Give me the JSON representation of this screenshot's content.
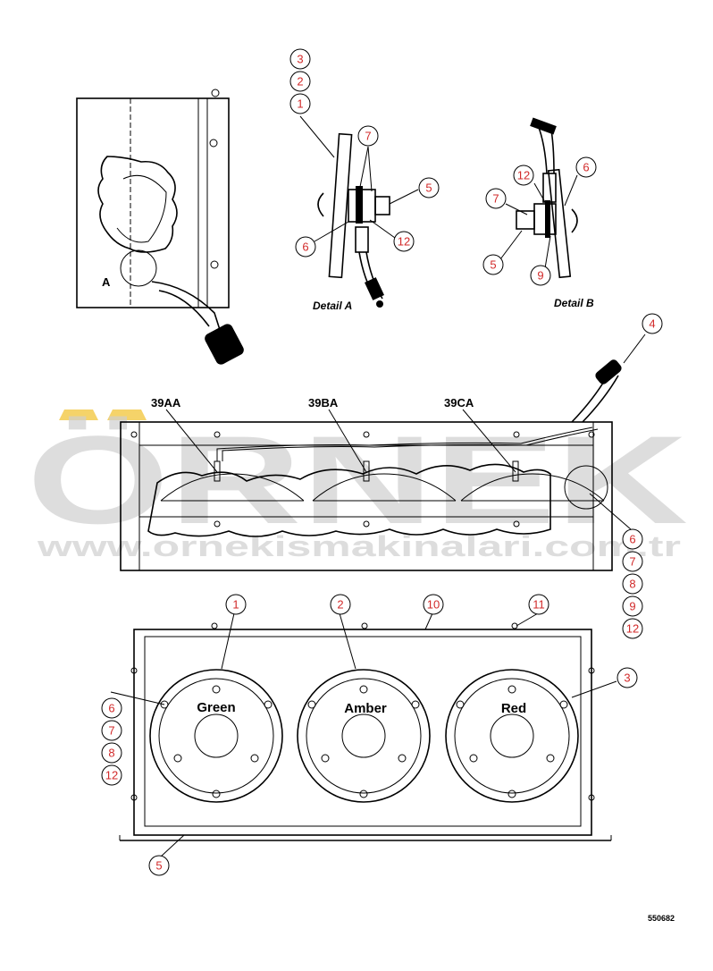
{
  "watermark": {
    "brand": "ÖRNEK",
    "url": "www.ornekismakinalari.com.tr"
  },
  "drawing_code": "550682",
  "details": {
    "a_title": "Detail A",
    "b_title": "Detail B",
    "a_marker": "A"
  },
  "circuits": [
    "39AA",
    "39BA",
    "39CA"
  ],
  "lamps": [
    "Green",
    "Amber",
    "Red"
  ],
  "callouts": {
    "top_stack": [
      "3",
      "2",
      "1"
    ],
    "detail_a": [
      "7",
      "5",
      "6",
      "12"
    ],
    "detail_b": [
      "12",
      "6",
      "7",
      "5",
      "9"
    ],
    "cable": "4",
    "right_stack": [
      "6",
      "7",
      "8",
      "9",
      "12"
    ],
    "front_top": [
      "1",
      "2",
      "10",
      "11"
    ],
    "front_right": "3",
    "left_stack": [
      "6",
      "7",
      "8",
      "12"
    ],
    "bottom": "5"
  }
}
